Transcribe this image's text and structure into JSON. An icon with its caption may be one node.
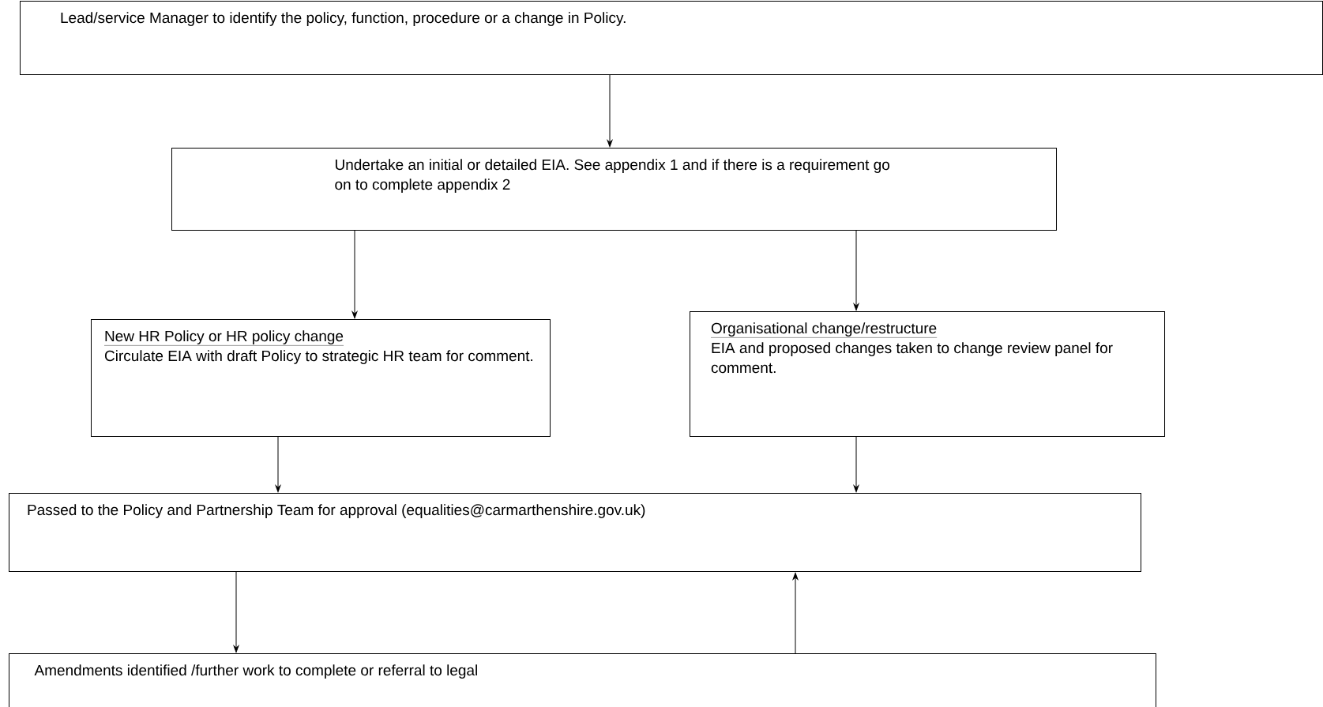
{
  "diagram": {
    "nodes": [
      {
        "text": [
          "Lead/service Manager to identify the policy, function, procedure or a change in Policy."
        ]
      },
      {
        "text": [
          "Undertake an initial or detailed EIA. See appendix 1 and if there is a requirement go on to complete appendix 2"
        ]
      },
      {
        "text": [
          "New HR Policy or HR policy change",
          "Circulate EIA with draft Policy to strategic HR team for comment."
        ]
      },
      {
        "text": [
          "Organisational change/restructure",
          "EIA and proposed changes taken to change review panel for comment."
        ]
      },
      {
        "text": [
          "Passed to the Policy and Partnership Team for approval (equalities@carmarthenshire.gov.uk)"
        ]
      },
      {
        "text": [
          "Amendments identified /further work to complete or referral to legal"
        ]
      }
    ],
    "edges": [
      {
        "from": 0,
        "to": 1,
        "arrow": "to"
      },
      {
        "from": 1,
        "to": 2,
        "arrow": "to"
      },
      {
        "from": 1,
        "to": 3,
        "arrow": "to"
      },
      {
        "from": 2,
        "to": 4,
        "arrow": "to"
      },
      {
        "from": 3,
        "to": 4,
        "arrow": "to"
      },
      {
        "from": 4,
        "to": 5,
        "arrow": "to"
      },
      {
        "from": 5,
        "to": 4,
        "arrow": "to"
      }
    ]
  }
}
